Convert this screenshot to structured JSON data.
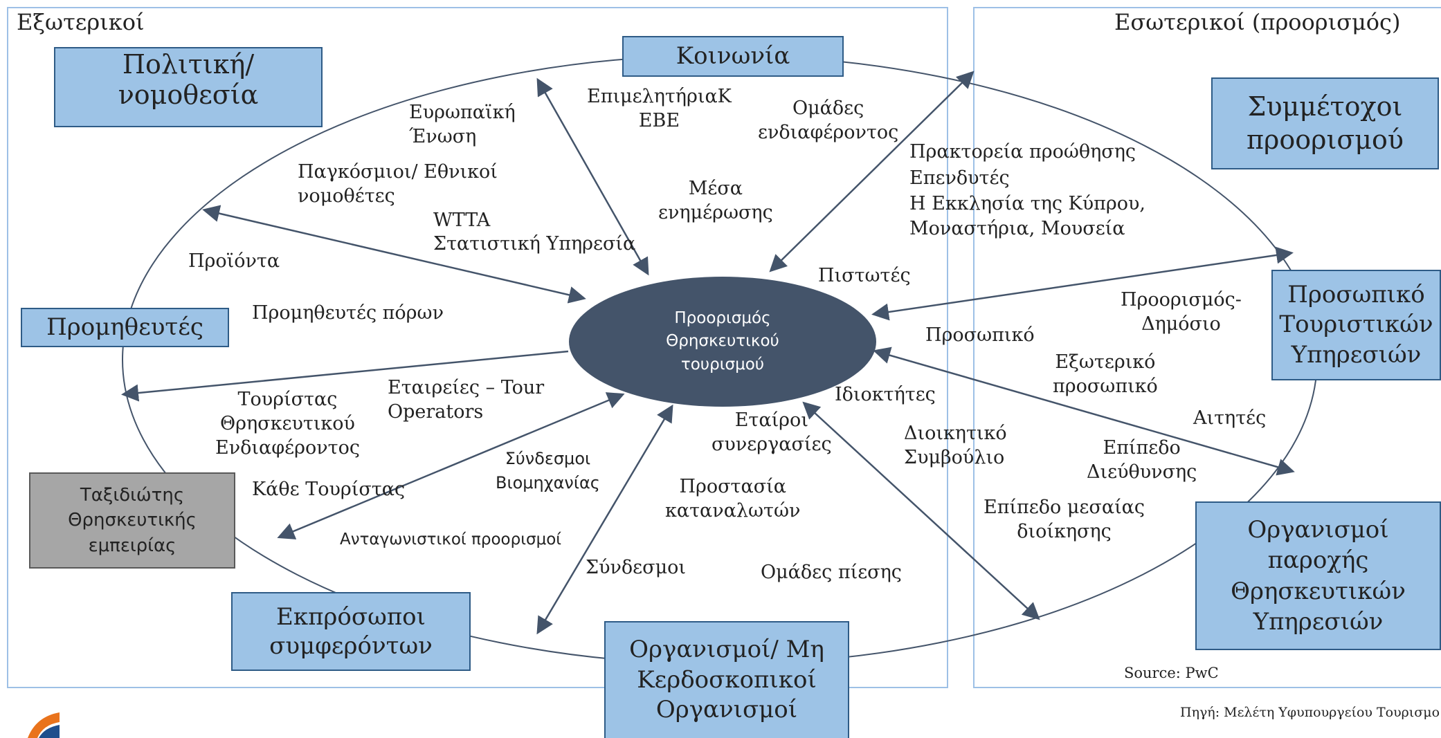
{
  "panels": {
    "external_title": "Εξωτερικοί",
    "internal_title": "Εσωτερικοί (προορισμός)"
  },
  "center": {
    "line1": "Προορισμός",
    "line2": "Θρησκευτικού",
    "line3": "τουρισμού"
  },
  "boxes": {
    "politics": "Πολιτική/ νομοθεσία",
    "society": "Κοινωνία",
    "destination_partners": [
      "Συμμέτοχοι",
      "προορισμού"
    ],
    "tourism_staff": [
      "Προσωπικό",
      "Τουριστικών",
      "Υπηρεσιών"
    ],
    "suppliers": "Προμηθευτές",
    "traveler": [
      "Ταξιδιώτης",
      "Θρησκευτικής",
      "εμπειρίας"
    ],
    "representatives": [
      "Εκπρόσωποι",
      "συμφερόντων"
    ],
    "nonprofits": [
      "Οργανισμοί/ Μη",
      "Κερδοσκοπικοί",
      "Οργανισμοί"
    ],
    "religious_providers": [
      "Οργανισμοί",
      "παροχής",
      "Θρησκευτικών",
      "Υπηρεσιών"
    ]
  },
  "labels": {
    "eu": [
      "Ευρωπαϊκή",
      "Ένωση"
    ],
    "legislators": [
      "Παγκόσμιοι/ Εθνικοί",
      "νομοθέτες"
    ],
    "wtta": "WTTA",
    "statistics": "Στατιστική Υπηρεσία",
    "products": "Προϊόντα",
    "resource_suppliers": "Προμηθευτές πόρων",
    "chambers": [
      "ΕπιμελητήριαΚ",
      "ΕΒΕ"
    ],
    "interest_groups": [
      "Ομάδες",
      "ενδιαφέροντος"
    ],
    "media": [
      "Μέσα",
      "ενημέρωσης"
    ],
    "promotion": "Πρακτορεία προώθησης",
    "investors": "Επενδυτές",
    "church": "Η Εκκλησία της Κύπρου,",
    "monasteries": "Μοναστήρια, Μουσεία",
    "creditors": "Πιστωτές",
    "destination_public": [
      "Προορισμός-",
      "Δημόσιο"
    ],
    "staff": "Προσωπικό",
    "external_staff": [
      "Εξωτερικό",
      "προσωπικό"
    ],
    "owners": "Ιδιοκτήτες",
    "applicants": "Αιτητές",
    "companies": [
      "Εταιρείες – Tour",
      "Operators"
    ],
    "religious_tourist": [
      "Τουρίστας",
      "Θρησκευτικού",
      "Ενδιαφέροντος"
    ],
    "industry_associations": [
      "Σύνδεσμοι",
      "Βιομηχανίας"
    ],
    "partners": [
      "Εταίροι",
      "συνεργασίες"
    ],
    "board": [
      "Διοικητικό",
      "Συμβούλιο"
    ],
    "management": [
      "Επίπεδο",
      "Διεύθυνσης"
    ],
    "every_tourist": "Κάθε Τουρίστας",
    "consumer_protection": [
      "Προστασία",
      "καταναλωτών"
    ],
    "middle_management": [
      "Επίπεδο μεσαίας",
      "διοίκησης"
    ],
    "competing_destinations": "Ανταγωνιστικοί προορισμοί",
    "associations": "Σύνδεσμοι",
    "pressure_groups": "Ομάδες πίεσης"
  },
  "source": "Source: PwC",
  "footer_source": "Πηγή: Μελέτη Υφυπουργείου Τουρισμο",
  "colors": {
    "panel_border": "#9dc0e6",
    "box_fill": "#9dc3e6",
    "box_border": "#2e5b86",
    "hub_fill": "#44546a",
    "arrow": "#44546a",
    "grey_box": "#a6a6a6"
  }
}
